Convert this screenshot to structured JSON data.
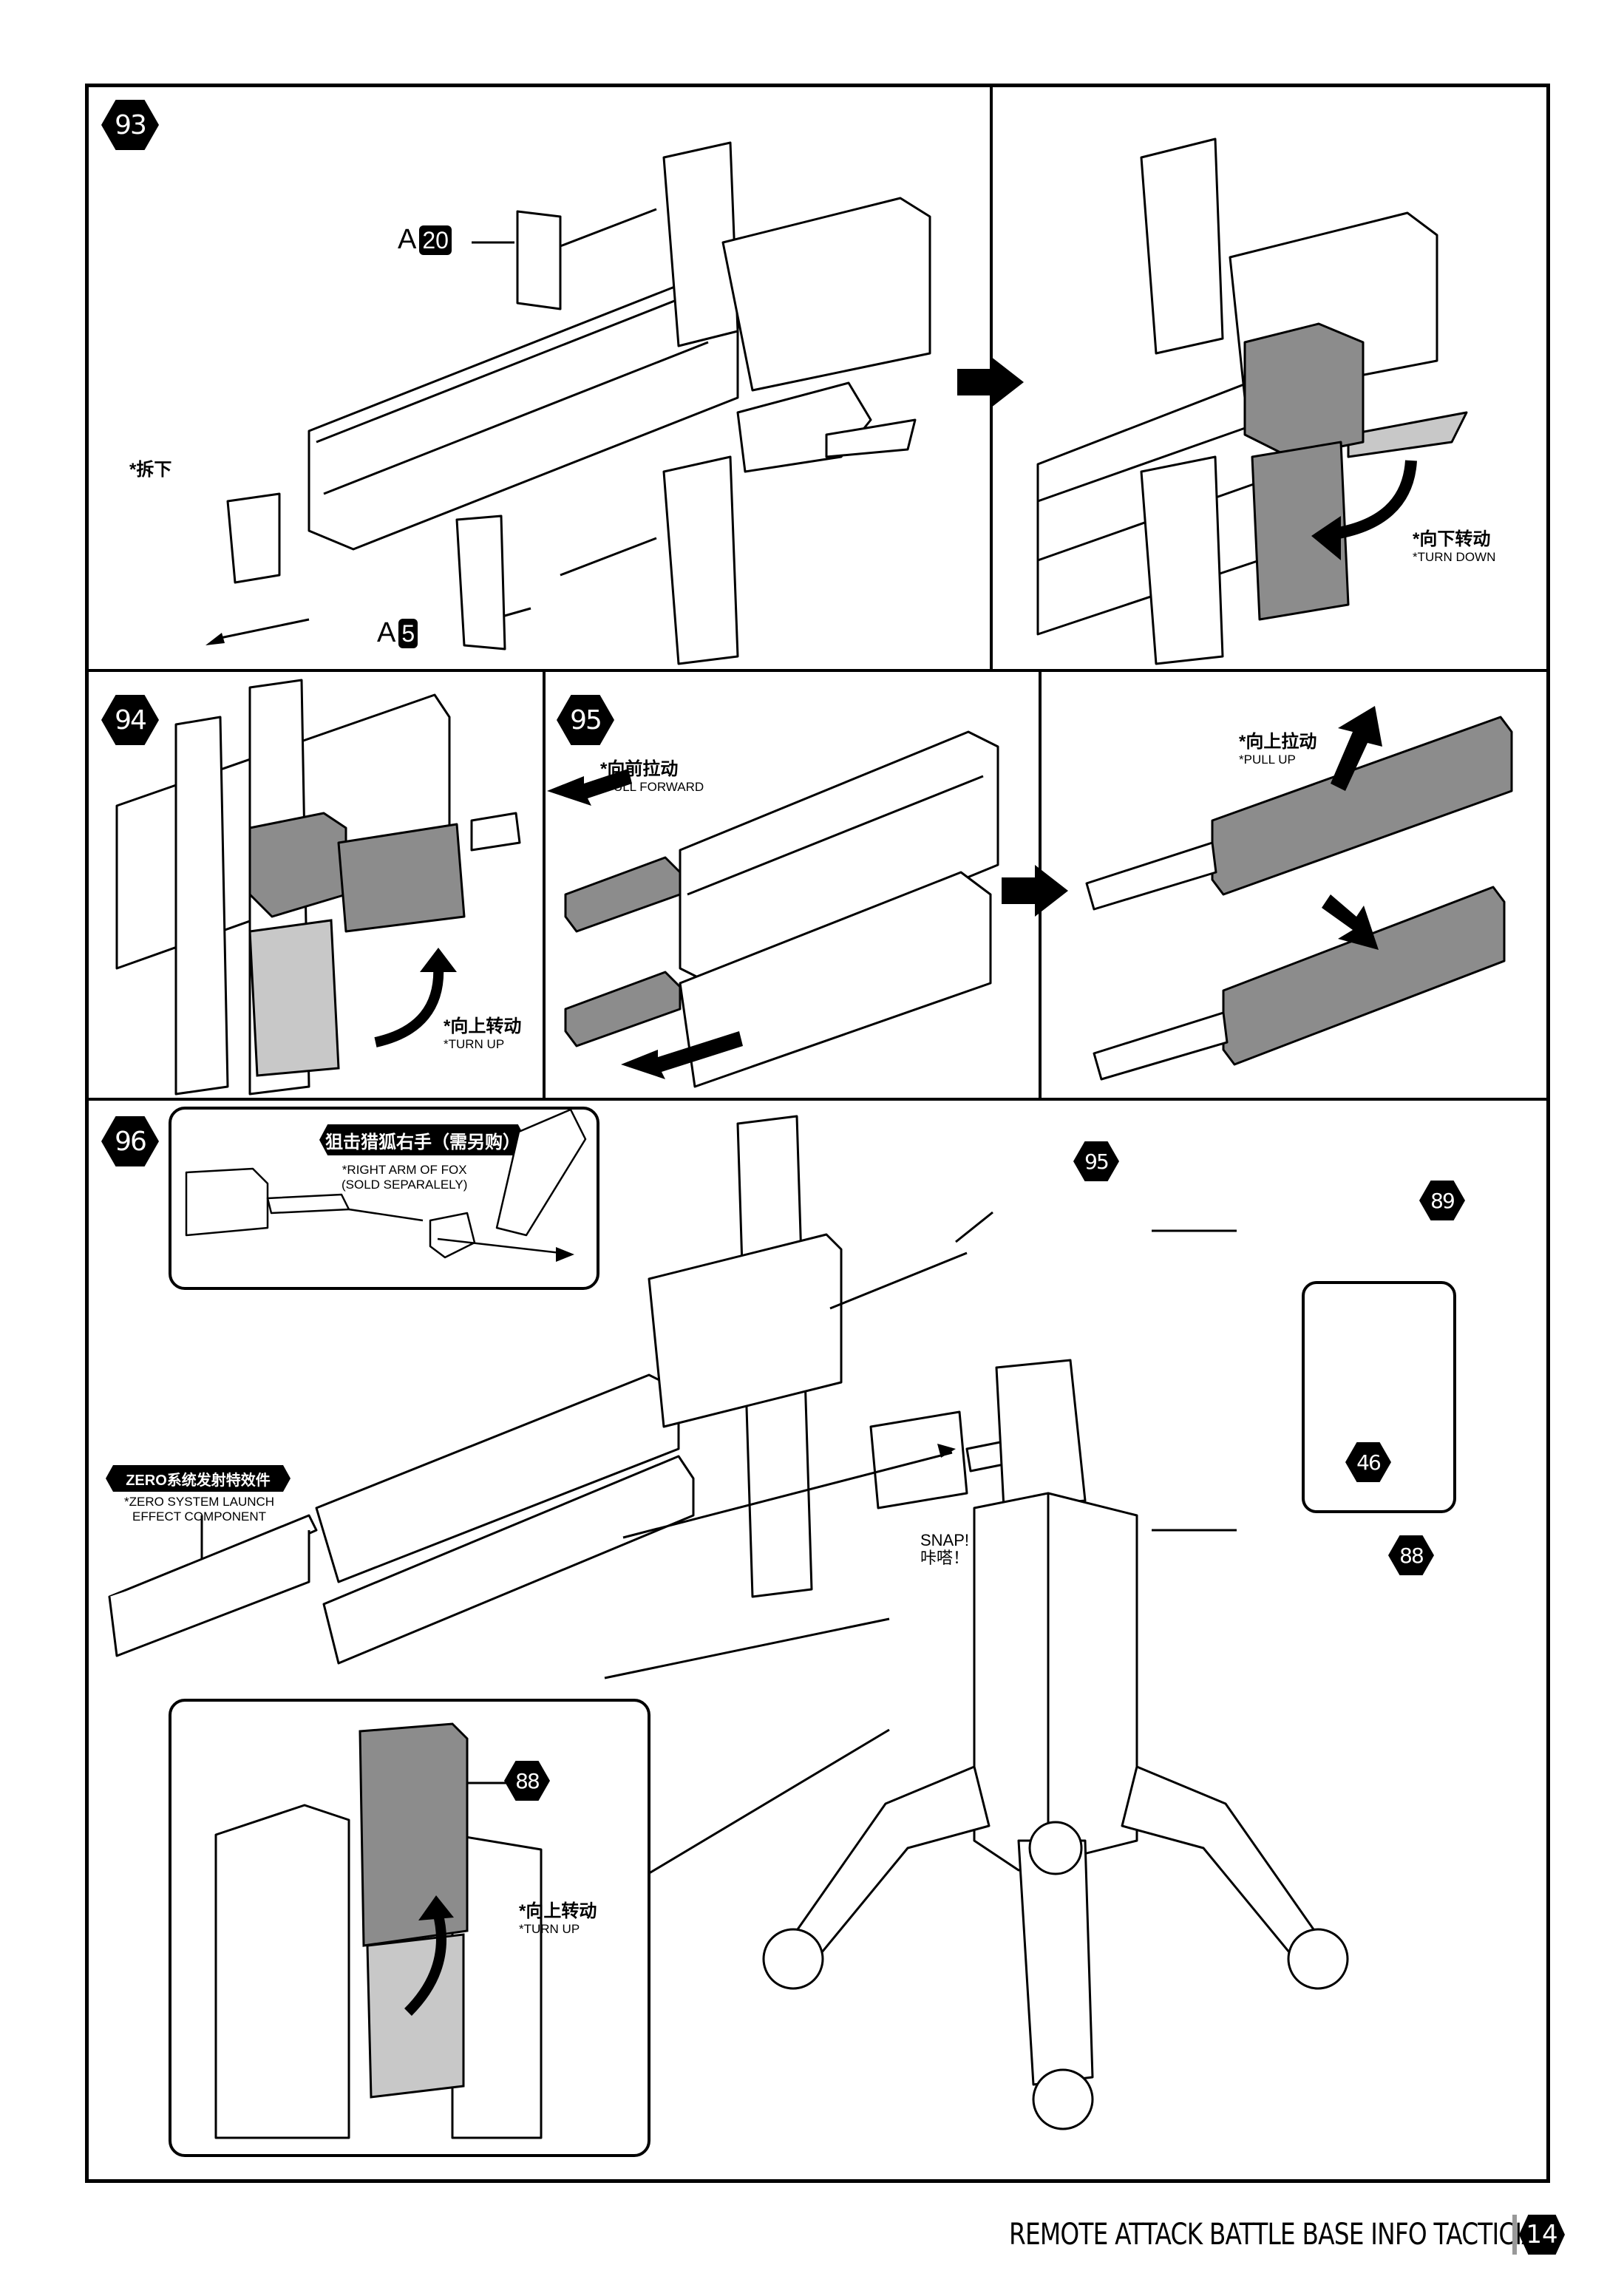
{
  "document": {
    "type": "assembly-instructions",
    "footer": {
      "title": "REMOTE ATTACK BATTLE BASE INFO TACTICIAN",
      "page_number": "14"
    }
  },
  "steps": [
    {
      "number": "93",
      "parts": [
        {
          "runner": "A",
          "number": "20"
        },
        {
          "runner": "A",
          "number": "5"
        }
      ],
      "notes": [
        {
          "cn": "*拆下",
          "en": ""
        },
        {
          "cn": "*向下转动",
          "en": "*TURN DOWN"
        }
      ]
    },
    {
      "number": "94",
      "notes": [
        {
          "cn": "*向上转动",
          "en": "*TURN UP"
        }
      ]
    },
    {
      "number": "95",
      "notes": [
        {
          "cn": "*向前拉动",
          "en": "*PULL FORWARD"
        },
        {
          "cn": "*向上拉动",
          "en": "*PULL UP"
        }
      ]
    },
    {
      "number": "96",
      "callouts": {
        "fox_arm": {
          "banner": "狙击猎狐右手（需另购）",
          "en_line1": "*RIGHT ARM OF FOX",
          "en_line2": "(SOLD SEPARALELY)"
        },
        "zero_effect": {
          "banner": "ZERO系统发射特效件",
          "en_line1": "*ZERO SYSTEM LAUNCH",
          "en_line2": "EFFECT COMPONENT"
        },
        "snap": {
          "en": "SNAP!",
          "cn": "咔嗒！"
        },
        "turn_up": {
          "cn": "*向上转动",
          "en": "*TURN UP"
        }
      },
      "refs": [
        "95",
        "89",
        "46",
        "88",
        "88"
      ]
    }
  ],
  "colors": {
    "ink": "#000000",
    "paper": "#ffffff",
    "highlight_part": "#8c8c8c",
    "light_part": "#c8c8c8"
  }
}
